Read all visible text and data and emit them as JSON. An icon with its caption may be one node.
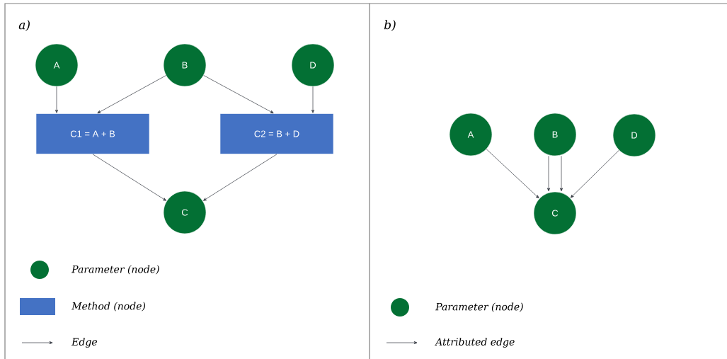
{
  "diagram": {
    "nodes": [
      {
        "text": [
          "A"
        ]
      },
      {
        "text": [
          "B"
        ]
      },
      {
        "text": [
          "D"
        ]
      },
      {
        "text": [
          "C1 = A + B"
        ]
      },
      {
        "text": [
          "C2 = B + D"
        ]
      },
      {
        "text": [
          "C"
        ]
      },
      {
        "text": [
          "A"
        ]
      },
      {
        "text": [
          "B"
        ]
      },
      {
        "text": [
          "D"
        ]
      },
      {
        "text": [
          "C"
        ]
      }
    ],
    "edges": [
      {
        "from": 0,
        "to": 3,
        "arrow": "to"
      },
      {
        "from": 1,
        "to": 3,
        "arrow": "to"
      },
      {
        "from": 1,
        "to": 4,
        "arrow": "to"
      },
      {
        "from": 2,
        "to": 4,
        "arrow": "to"
      },
      {
        "from": 3,
        "to": 5,
        "arrow": "to"
      },
      {
        "from": 4,
        "to": 5,
        "arrow": "to"
      },
      {
        "from": 6,
        "to": 9,
        "arrow": "to"
      },
      {
        "from": 7,
        "to": 9,
        "arrow": "to"
      },
      {
        "from": 7,
        "to": 9,
        "arrow": "to"
      },
      {
        "from": 8,
        "to": 9,
        "arrow": "to"
      }
    ],
    "labels": [
      "a)",
      "b)"
    ],
    "legend": [
      {
        "text": "Parameter (node)",
        "color": "#037034"
      },
      {
        "text": "Method (node)",
        "color": "#4472c4"
      },
      {
        "text": "Edge"
      },
      {
        "text": "Parameter (node)",
        "color": "#037034"
      },
      {
        "text": "Attributed edge"
      }
    ]
  }
}
